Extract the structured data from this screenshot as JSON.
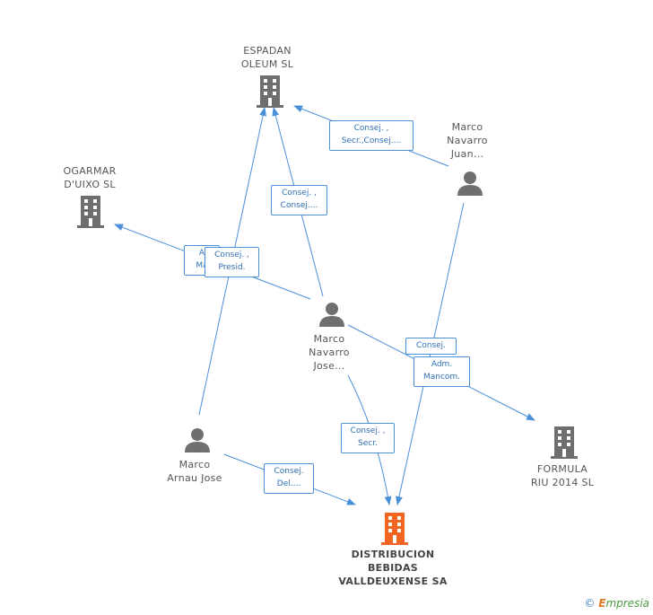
{
  "nodes": {
    "espadan": {
      "lines": [
        "ESPADAN",
        "OLEUM  SL"
      ]
    },
    "ogarmar": {
      "lines": [
        "OGARMAR",
        "D'UIXO SL"
      ]
    },
    "marco_juan": {
      "lines": [
        "Marco",
        "Navarro",
        "Juan..."
      ]
    },
    "marco_jose": {
      "lines": [
        "Marco",
        "Navarro",
        "Jose..."
      ]
    },
    "marco_arnau": {
      "lines": [
        "Marco",
        "Arnau Jose"
      ]
    },
    "formula": {
      "lines": [
        "FORMULA",
        "RIU 2014  SL"
      ]
    },
    "distribucion": {
      "lines": [
        "DISTRIBUCION",
        "BEBIDAS",
        "VALLDEUXENSE SA"
      ]
    }
  },
  "edge_labels": {
    "juan_espadan": [
      "Consej. ,",
      "Secr.,Consej...."
    ],
    "jose_espadan": [
      "Consej. ,",
      "Consej...."
    ],
    "jose_ogarmar": [
      "A",
      "Ma"
    ],
    "arnau_espadan": [
      "Consej. ,",
      "Presid."
    ],
    "jose_formula": [
      "Consej."
    ],
    "juan_dist": [
      "Adm.",
      "Mancom."
    ],
    "jose_dist": [
      "Consej. ,",
      "Secr."
    ],
    "arnau_dist": [
      "Consej.",
      "Del...."
    ]
  },
  "footer": {
    "copyright": "©",
    "brand_initial": "E",
    "brand_rest": "mpresia"
  },
  "colors": {
    "edge": "#4a90d9",
    "company": "#6f6f6f",
    "person": "#6f6f6f",
    "main_company": "#f26522"
  }
}
